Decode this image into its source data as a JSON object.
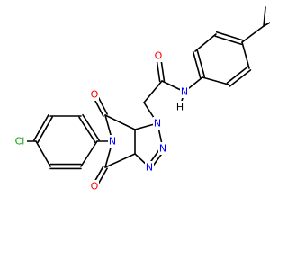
{
  "molecule": {
    "colors": {
      "bond": "#000000",
      "N": "#0000ff",
      "O": "#ff0000",
      "Cl": "#00a000",
      "H": "#000000",
      "background": "#ffffff"
    },
    "atoms": [
      {
        "id": "cl",
        "element": "Cl",
        "label": "Cl"
      },
      {
        "id": "n_imide",
        "element": "N",
        "label": "N"
      },
      {
        "id": "o_top",
        "element": "O",
        "label": "O"
      },
      {
        "id": "o_bottom",
        "element": "O",
        "label": "O"
      },
      {
        "id": "n_triazole_1",
        "element": "N",
        "label": "N"
      },
      {
        "id": "n_triazole_2",
        "element": "N",
        "label": "N"
      },
      {
        "id": "n_triazole_3",
        "element": "N",
        "label": "N"
      },
      {
        "id": "o_amide",
        "element": "O",
        "label": "O"
      },
      {
        "id": "n_amide",
        "element": "N",
        "label": "N"
      },
      {
        "id": "h_amide",
        "element": "H",
        "label": "H"
      }
    ]
  }
}
